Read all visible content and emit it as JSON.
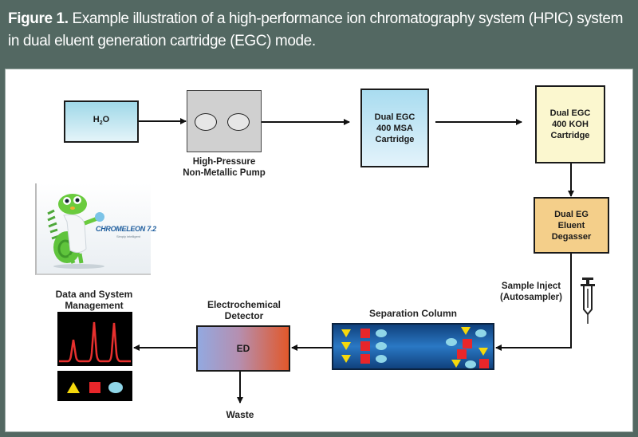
{
  "caption": {
    "figure_label": "Figure 1.",
    "text": " Example illustration of a high-performance ion chromatography system (HPIC) system in dual eluent generation cartridge (EGC) mode."
  },
  "nodes": {
    "water": {
      "label_main": "H",
      "label_sub": "2",
      "label_tail": "O",
      "color_top": "#9fd8e8",
      "color_bottom": "#e4f4f9"
    },
    "pump": {
      "caption_line1": "High-Pressure",
      "caption_line2": "Non-Metallic Pump",
      "color": "#d0d0d0"
    },
    "msa_cartridge": {
      "line1": "Dual EGC",
      "line2": "400 MSA",
      "line3": "Cartridge",
      "color_top": "#a9dcf0",
      "color_bottom": "#e3f3fb"
    },
    "koh_cartridge": {
      "line1": "Dual EGC",
      "line2": "400 KOH",
      "line3": "Cartridge",
      "color": "#fbf7cf"
    },
    "degasser": {
      "line1": "Dual EG",
      "line2": "Eluent",
      "line3": "Degasser",
      "color": "#f4cf8a"
    },
    "sample_inject": {
      "line1": "Sample Inject",
      "line2": "(Autosampler)"
    },
    "separation_column": {
      "caption": "Separation Column",
      "color": "#1d63a8"
    },
    "detector": {
      "caption_line1": "Electrochemical",
      "caption_line2": "Detector",
      "label": "ED",
      "color_left": "#93a9e0",
      "color_right": "#e1582a"
    },
    "waste": {
      "label": "Waste"
    },
    "data_management": {
      "caption_line1": "Data and System",
      "caption_line2": "Management"
    },
    "software_logo": {
      "product": "CHROMELEON 7.2",
      "tagline": "Simply intelligent"
    }
  },
  "legend_colors": {
    "triangle": "#f5d80c",
    "square": "#e8262a",
    "ellipse": "#8fd6e8",
    "peak_line": "#e8302e"
  }
}
